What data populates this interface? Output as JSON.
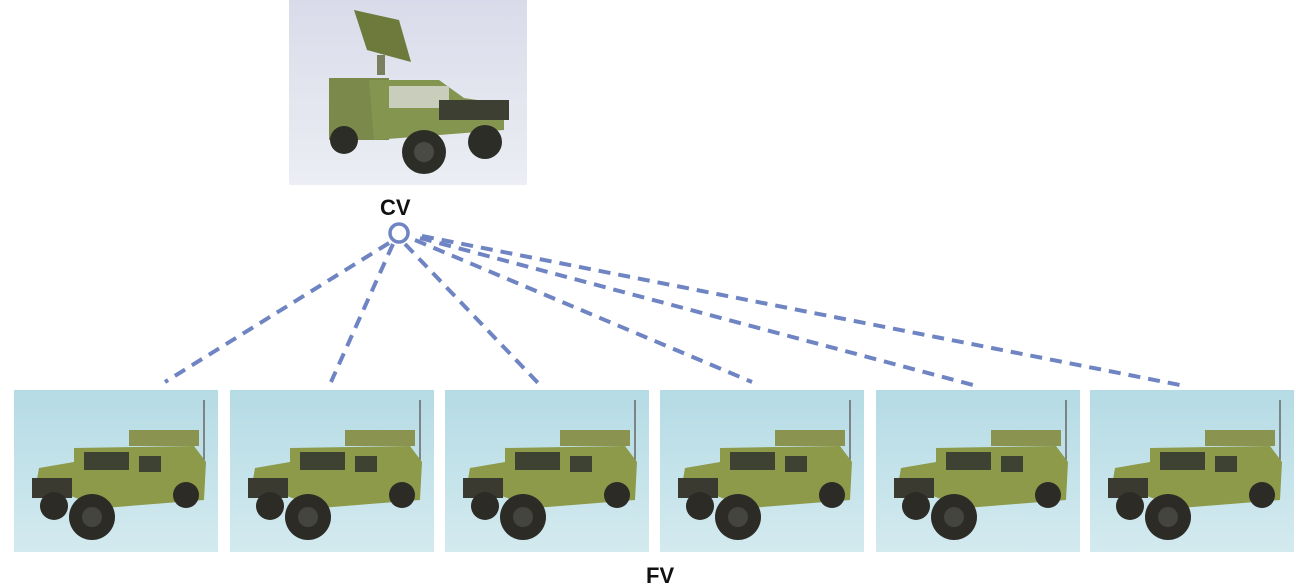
{
  "command_vehicle": {
    "label": "CV",
    "icon": "radar-vehicle-icon"
  },
  "follower_group": {
    "label": "FV",
    "count": 6,
    "icon": "armored-vehicle-icon"
  },
  "colors": {
    "link": "#6f84c2",
    "node": "#6f84c2"
  }
}
